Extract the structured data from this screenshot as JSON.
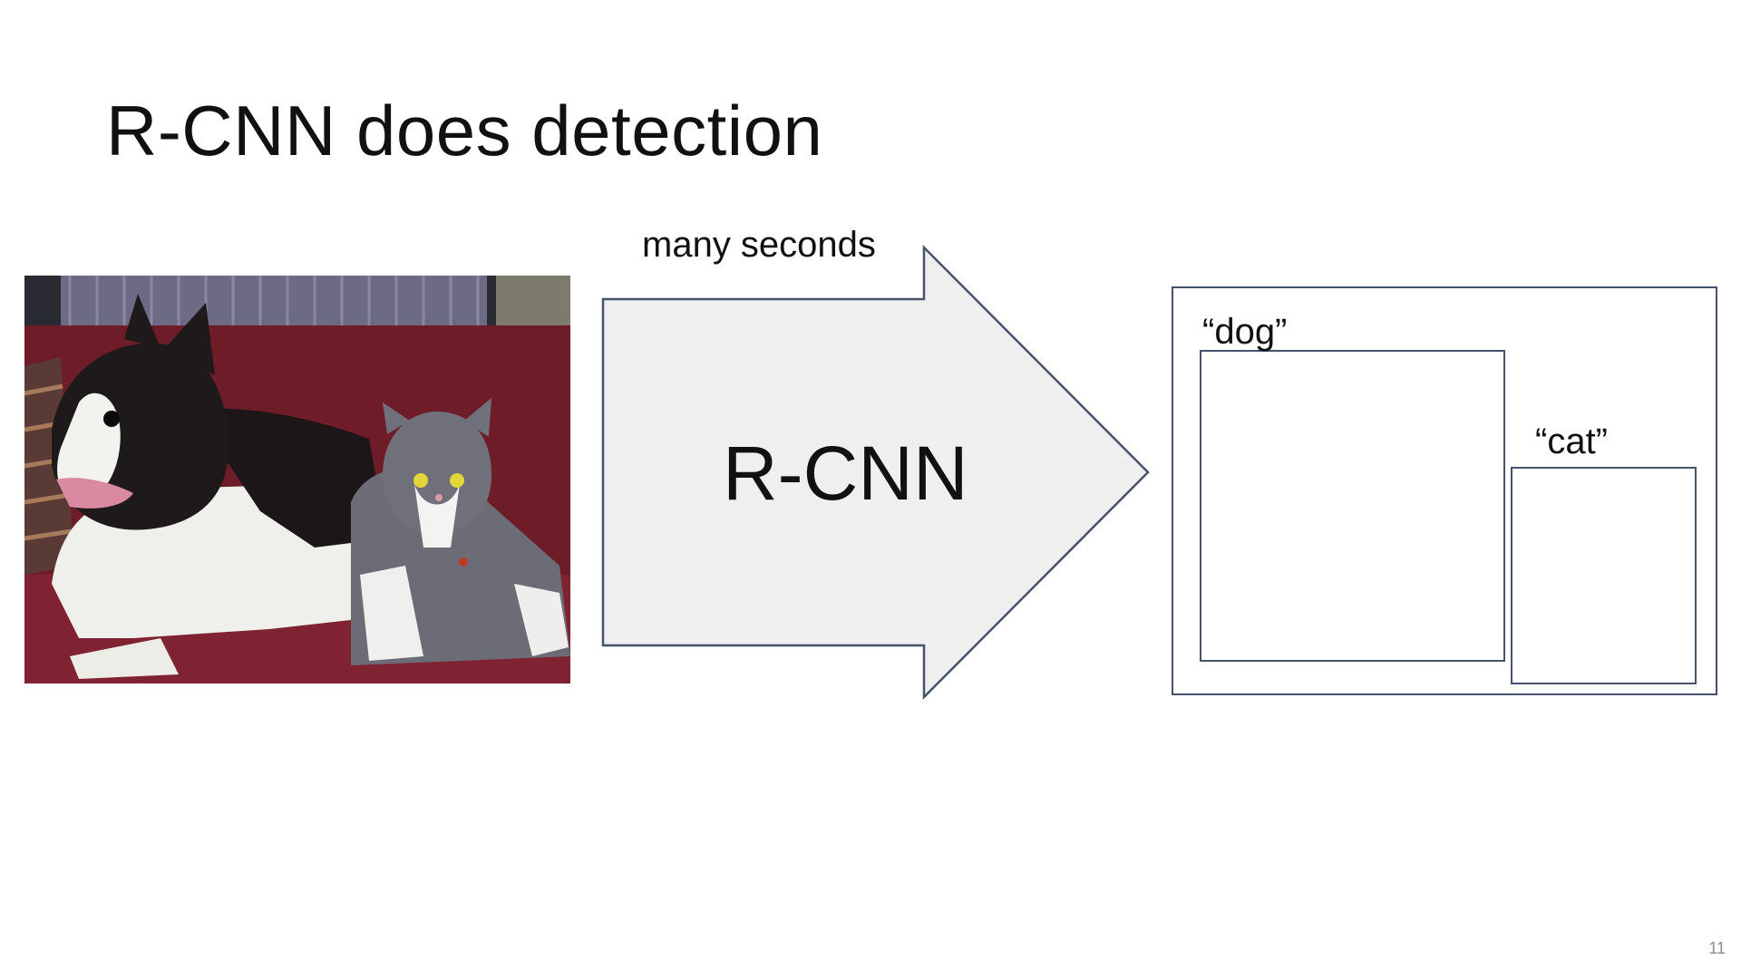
{
  "slide": {
    "title": "R-CNN does detection",
    "page_number": "11"
  },
  "arrow": {
    "caption": "many seconds",
    "label": "R-CNN"
  },
  "output": {
    "detections": [
      {
        "label": "“dog”"
      },
      {
        "label": "“cat”"
      }
    ]
  },
  "colors": {
    "box_stroke": "#46536a",
    "arrow_fill": "#efefef",
    "arrow_stroke": "#46536a",
    "sofa": "#7a1f2c"
  },
  "image": {
    "subject": "dog-and-cat-on-sofa-photo"
  }
}
